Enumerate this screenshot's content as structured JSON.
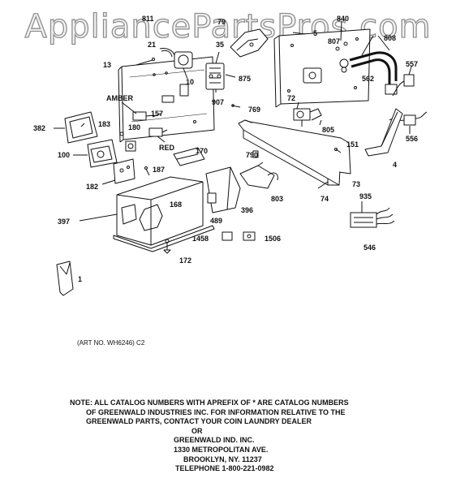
{
  "watermark": "AppliancePartsPros.com",
  "callouts": [
    {
      "id": "811",
      "text": "811"
    },
    {
      "id": "21",
      "text": "21"
    },
    {
      "id": "79",
      "text": "79"
    },
    {
      "id": "35",
      "text": "35"
    },
    {
      "id": "5",
      "text": "5"
    },
    {
      "id": "840",
      "text": "840"
    },
    {
      "id": "807",
      "text": "807"
    },
    {
      "id": "808",
      "text": "808"
    },
    {
      "id": "13",
      "text": "13"
    },
    {
      "id": "10",
      "text": "10"
    },
    {
      "id": "875",
      "text": "875"
    },
    {
      "id": "557",
      "text": "557"
    },
    {
      "id": "562",
      "text": "562"
    },
    {
      "id": "72",
      "text": "72"
    },
    {
      "id": "907",
      "text": "907"
    },
    {
      "id": "769",
      "text": "769"
    },
    {
      "id": "amber",
      "text": "AMBER"
    },
    {
      "id": "157",
      "text": "157"
    },
    {
      "id": "382",
      "text": "382"
    },
    {
      "id": "183",
      "text": "183"
    },
    {
      "id": "180",
      "text": "180"
    },
    {
      "id": "805",
      "text": "805"
    },
    {
      "id": "556",
      "text": "556"
    },
    {
      "id": "red",
      "text": "RED"
    },
    {
      "id": "151",
      "text": "151"
    },
    {
      "id": "170",
      "text": "170"
    },
    {
      "id": "100",
      "text": "100"
    },
    {
      "id": "790",
      "text": "790"
    },
    {
      "id": "4",
      "text": "4"
    },
    {
      "id": "187",
      "text": "187"
    },
    {
      "id": "182",
      "text": "182"
    },
    {
      "id": "73",
      "text": "73"
    },
    {
      "id": "803",
      "text": "803"
    },
    {
      "id": "74",
      "text": "74"
    },
    {
      "id": "935",
      "text": "935"
    },
    {
      "id": "168",
      "text": "168"
    },
    {
      "id": "397",
      "text": "397"
    },
    {
      "id": "489",
      "text": "489"
    },
    {
      "id": "396",
      "text": "396"
    },
    {
      "id": "546",
      "text": "546"
    },
    {
      "id": "1458",
      "text": "1458"
    },
    {
      "id": "1506",
      "text": "1506"
    },
    {
      "id": "172",
      "text": "172"
    },
    {
      "id": "1",
      "text": "1"
    }
  ],
  "art_number": "(ART NO. WH6246) C2",
  "note_lines": [
    "NOTE: ALL CATALOG NUMBERS WITH APREFIX OF * ARE CATALOG NUMBERS",
    "OF GREENWALD INDUSTRIES INC. FOR INFORMATION RELATIVE TO THE",
    "GREENWALD PARTS, CONTACT YOUR COIN LAUNDRY DEALER",
    "OR",
    "GREENWALD IND. INC.",
    "1330 METROPOLITAN AVE.",
    "BROOKLYN, NY. 11237",
    "TELEPHONE 1-800-221-0982"
  ]
}
